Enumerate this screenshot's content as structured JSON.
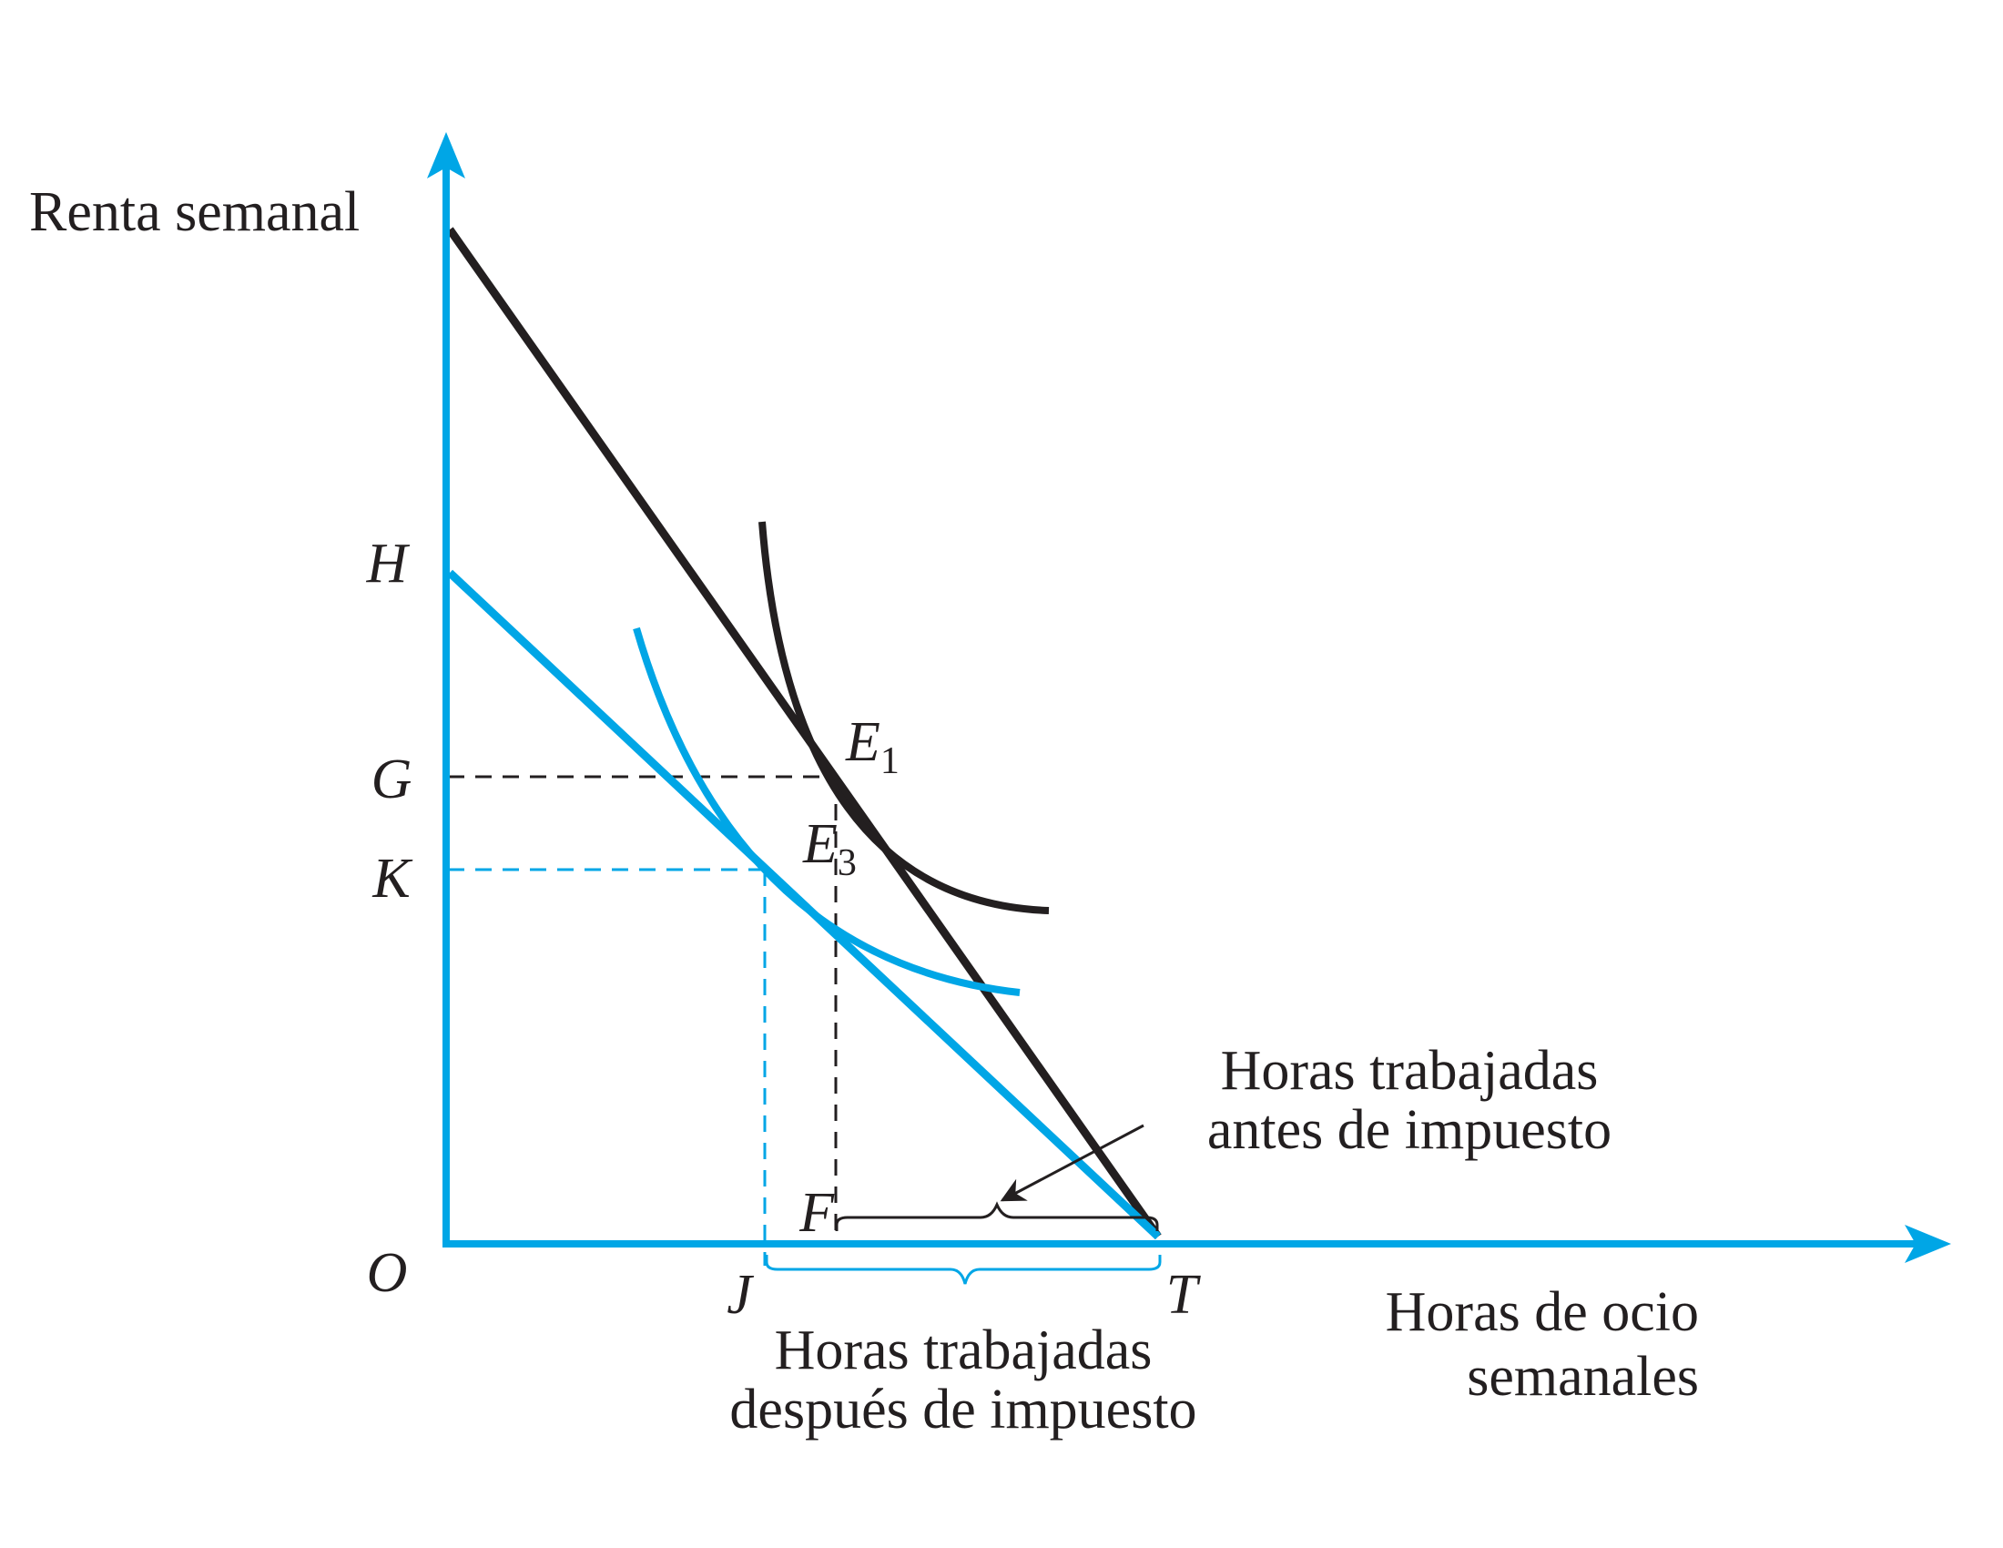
{
  "colors": {
    "blue": "#00a6e6",
    "black": "#231f20"
  },
  "axes": {
    "y_title": "Renta semanal",
    "x_title_line1": "Horas de ocio",
    "x_title_line2": "semanales",
    "origin": "O"
  },
  "points": {
    "H": "H",
    "G": "G",
    "K": "K",
    "J": "J",
    "F": "F",
    "T": "T",
    "E1_main": "E",
    "E1_sub": "1",
    "E3_main": "E",
    "E3_sub": "3"
  },
  "annotations": {
    "before_tax_line1": "Horas trabajadas",
    "before_tax_line2": "antes de impuesto",
    "after_tax_line1": "Horas trabajadas",
    "after_tax_line2": "después de impuesto"
  }
}
